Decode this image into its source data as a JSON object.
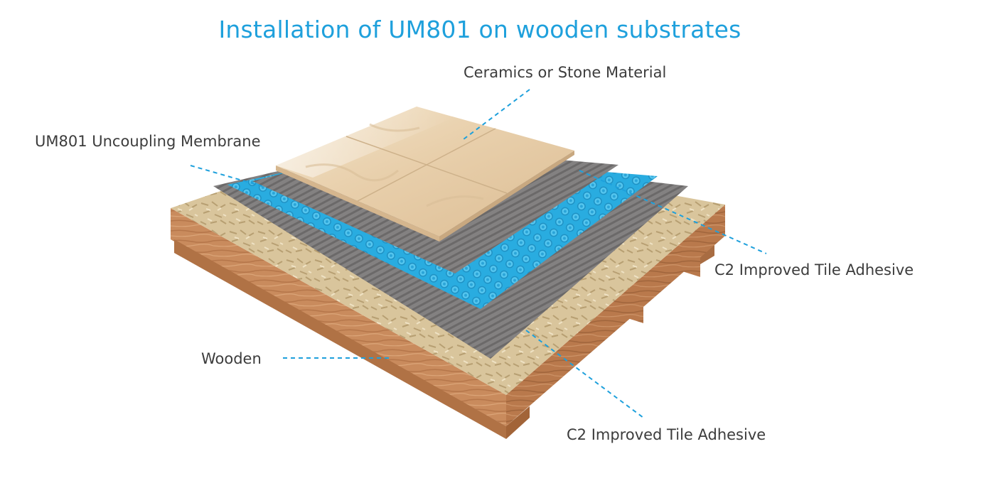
{
  "title": "Installation of UM801 on wooden substrates",
  "labels": {
    "ceramics": "Ceramics or Stone Material",
    "membrane": "UM801 Uncoupling Membrane",
    "adhesive_top": "C2 Improved Tile Adhesive",
    "wooden": "Wooden",
    "adhesive_bottom": "C2 Improved Tile Adhesive"
  },
  "colors": {
    "accent": "#1ea0dc",
    "label_text": "#3c3c3c",
    "osb": "#d8c39a",
    "wood_side": "#c9885a",
    "adhesive": "#7d7b7b",
    "membrane": "#2fb4e6",
    "tile": "#ead3b0"
  }
}
